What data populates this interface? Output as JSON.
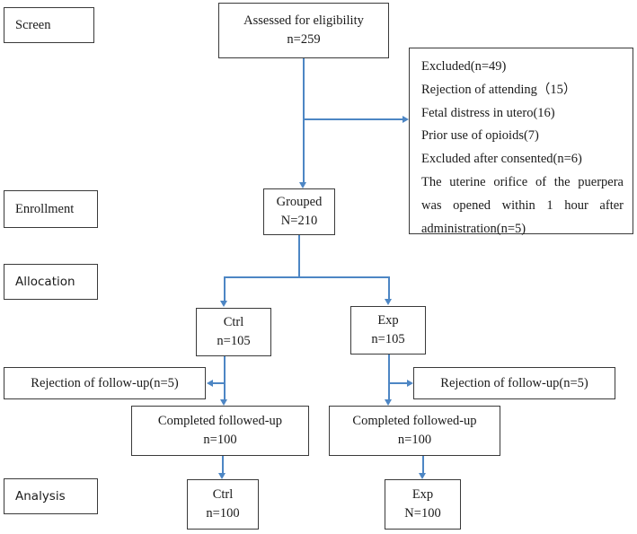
{
  "diagram": {
    "title": "CONSORT participant flow diagram",
    "accent_color": "#4d86c4",
    "box_border_color": "#3a3a3a",
    "background_color": "#ffffff"
  },
  "stages": [
    {
      "key": "screen",
      "label": "Screen"
    },
    {
      "key": "enrollment",
      "label": "Enrollment"
    },
    {
      "key": "allocation",
      "label": "Allocation"
    },
    {
      "key": "analysis",
      "label": "Analysis"
    }
  ],
  "nodes": {
    "assessed": {
      "line1": "Assessed for eligibility",
      "line2": "n=259"
    },
    "grouped": {
      "line1": "Grouped",
      "line2": "N=210"
    },
    "ctrl_alloc": {
      "line1": "Ctrl",
      "line2": "n=105"
    },
    "exp_alloc": {
      "line1": "Exp",
      "line2": "n=105"
    },
    "reject_left": {
      "line1": "Rejection of follow-up(n=5)"
    },
    "reject_right": {
      "line1": "Rejection of follow-up(n=5)"
    },
    "followed_left": {
      "line1": "Completed followed-up",
      "line2": "n=100"
    },
    "followed_right": {
      "line1": "Completed followed-up",
      "line2": "n=100"
    },
    "ctrl_analysis": {
      "line1": "Ctrl",
      "line2": "n=100"
    },
    "exp_analysis": {
      "line1": "Exp",
      "line2": "N=100"
    }
  },
  "excluded_box": {
    "lines": [
      "Excluded(n=49)",
      "Rejection of attending（15）",
      "Fetal distress in utero(16)",
      "Prior use of opioids(7)",
      "Excluded after consented(n=6)"
    ],
    "wrapped_line": "The uterine orifice of the puerpera was opened within 1 hour after administration(n=5)"
  },
  "chart_data": {
    "type": "flowchart",
    "title": "CONSORT participant flow diagram",
    "stages": [
      "Screen",
      "Enrollment",
      "Allocation",
      "Analysis"
    ],
    "counts": {
      "assessed_for_eligibility": 259,
      "excluded_total": 49,
      "rejection_of_attending": 15,
      "fetal_distress_in_utero": 16,
      "prior_use_of_opioids": 7,
      "excluded_after_consented": 6,
      "uterine_orifice_opened_within_1_hour": 5,
      "grouped": 210,
      "ctrl_allocated": 105,
      "exp_allocated": 105,
      "ctrl_rejection_of_followup": 5,
      "exp_rejection_of_followup": 5,
      "ctrl_completed_followup": 100,
      "exp_completed_followup": 100,
      "ctrl_analysed": 100,
      "exp_analysed": 100
    }
  }
}
